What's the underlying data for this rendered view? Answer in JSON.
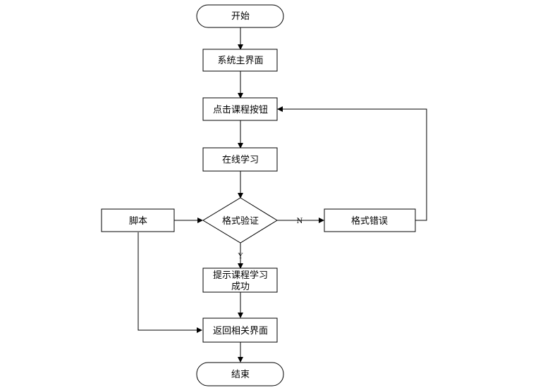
{
  "nodes": {
    "start": "开始",
    "main_ui": "系统主界面",
    "click_course": "点击课程按钮",
    "online_study": "在线学习",
    "format_check": "格式验证",
    "format_error": "格式错误",
    "script": "脚本",
    "success_line1": "提示课程学习",
    "success_line2": "成功",
    "return_ui": "返回相关界面",
    "end": "结束"
  },
  "edge_labels": {
    "no": "N",
    "yes": "Y"
  }
}
